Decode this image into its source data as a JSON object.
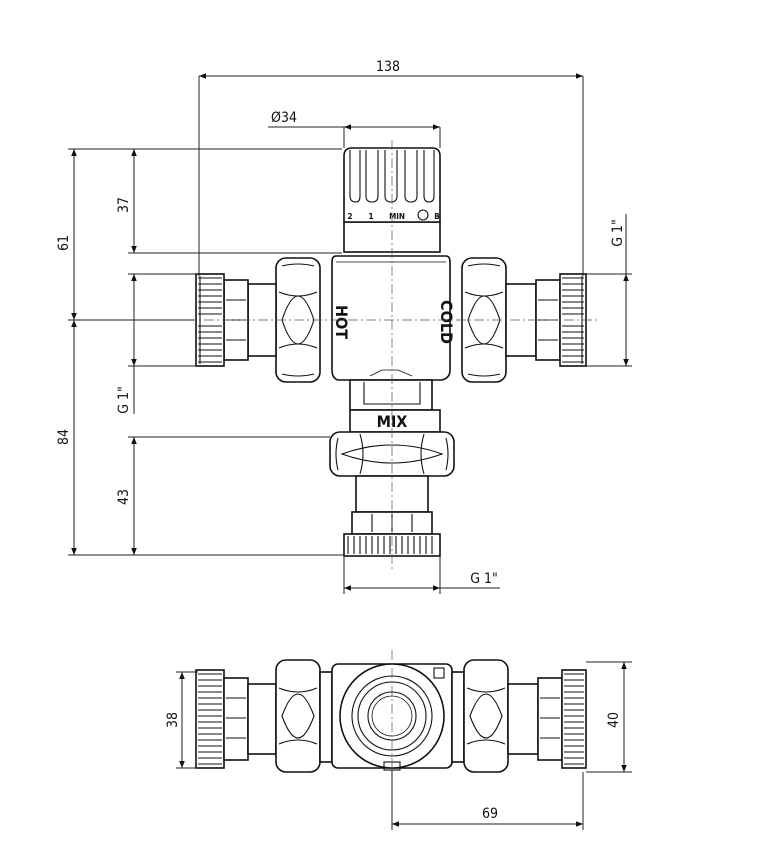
{
  "dimensions": {
    "total_width": "138",
    "knob_diameter": "Ø34",
    "knob_height": "37",
    "top_to_axis": "61",
    "axis_to_bottom": "84",
    "outlet_length": "43",
    "thread_left": "G 1\"",
    "thread_right": "G 1\"",
    "thread_bottom": "G 1\"",
    "bottom_view_left_height": "38",
    "bottom_view_right_height": "40",
    "bottom_view_offset": "69"
  },
  "labels": {
    "hot": "HOT",
    "cold": "COLD",
    "mix": "MIX"
  },
  "knob_scale": {
    "mark_2": "2",
    "mark_1": "1",
    "mark_min": "MIN",
    "mark_b": "B"
  },
  "colors": {
    "line": "#111111",
    "background": "#ffffff"
  }
}
